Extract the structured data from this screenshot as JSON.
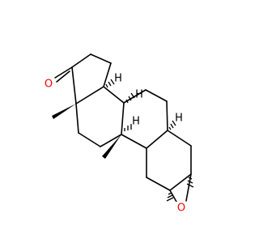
{
  "molecule": {
    "atom_labels": {
      "ketone_oxygen": "O",
      "epoxide_oxygen": "O",
      "hydrogens": [
        "H",
        "H",
        "H",
        "H"
      ]
    },
    "colors": {
      "bond": "#000000",
      "oxygen": "#ff0000",
      "background": "#ffffff"
    }
  }
}
